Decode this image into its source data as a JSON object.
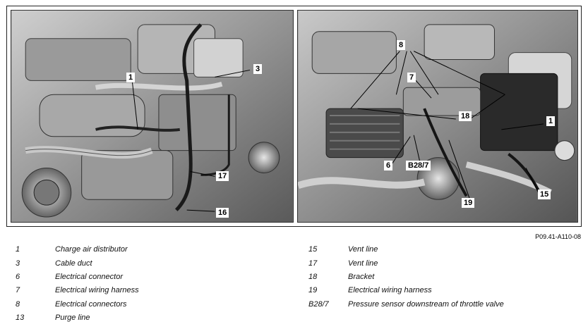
{
  "figure_ref": "P09.41-A110-08",
  "left_callouts": [
    "1",
    "3",
    "17",
    "16"
  ],
  "right_callouts": [
    "8",
    "7",
    "18",
    "1",
    "6",
    "B28/7",
    "19",
    "15"
  ],
  "legend_left": [
    {
      "num": "1",
      "label": "Charge air distributor"
    },
    {
      "num": "3",
      "label": "Cable duct"
    },
    {
      "num": "6",
      "label": "Electrical connector"
    },
    {
      "num": "7",
      "label": "Electrical wiring harness"
    },
    {
      "num": "8",
      "label": "Electrical connectors"
    },
    {
      "num": "13",
      "label": "Purge line"
    }
  ],
  "legend_right": [
    {
      "num": "15",
      "label": "Vent line"
    },
    {
      "num": "17",
      "label": "Vent line"
    },
    {
      "num": "18",
      "label": "Bracket"
    },
    {
      "num": "19",
      "label": "Electrical wiring harness"
    },
    {
      "num": "B28/7",
      "label": "Pressure sensor downstream of throttle valve"
    }
  ]
}
